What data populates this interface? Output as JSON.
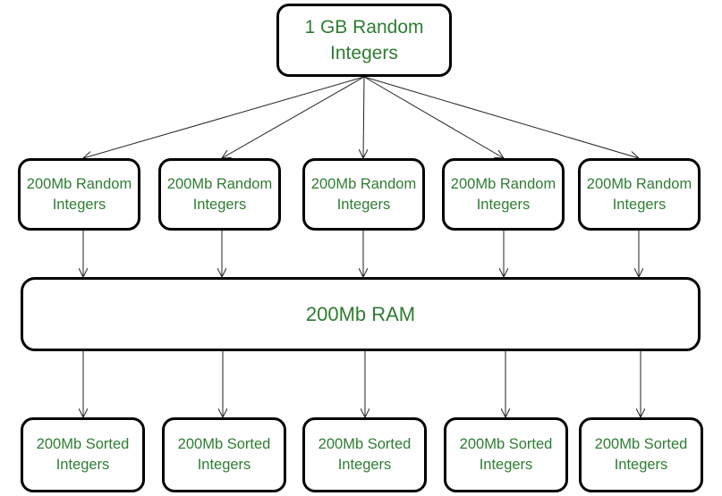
{
  "diagram": {
    "root": {
      "label": "1 GB Random\nIntegers"
    },
    "chunks": [
      {
        "label": "200Mb Random\nIntegers"
      },
      {
        "label": "200Mb Random\nIntegers"
      },
      {
        "label": "200Mb Random\nIntegers"
      },
      {
        "label": "200Mb Random\nIntegers"
      },
      {
        "label": "200Mb Random\nIntegers"
      }
    ],
    "ram": {
      "label": "200Mb RAM"
    },
    "sorted": [
      {
        "label": "200Mb Sorted\nIntegers"
      },
      {
        "label": "200Mb Sorted\nIntegers"
      },
      {
        "label": "200Mb Sorted\nIntegers"
      },
      {
        "label": "200Mb Sorted\nIntegers"
      },
      {
        "label": "200Mb Sorted\nIntegers"
      }
    ],
    "edges": [
      [
        "root",
        "chunk-1"
      ],
      [
        "root",
        "chunk-2"
      ],
      [
        "root",
        "chunk-3"
      ],
      [
        "root",
        "chunk-4"
      ],
      [
        "root",
        "chunk-5"
      ],
      [
        "chunk-1",
        "ram"
      ],
      [
        "chunk-2",
        "ram"
      ],
      [
        "chunk-3",
        "ram"
      ],
      [
        "chunk-4",
        "ram"
      ],
      [
        "chunk-5",
        "ram"
      ],
      [
        "ram",
        "sorted-1"
      ],
      [
        "ram",
        "sorted-2"
      ],
      [
        "ram",
        "sorted-3"
      ],
      [
        "ram",
        "sorted-4"
      ],
      [
        "ram",
        "sorted-5"
      ]
    ],
    "colors": {
      "text": "#2e7d32",
      "border": "#000000"
    }
  }
}
